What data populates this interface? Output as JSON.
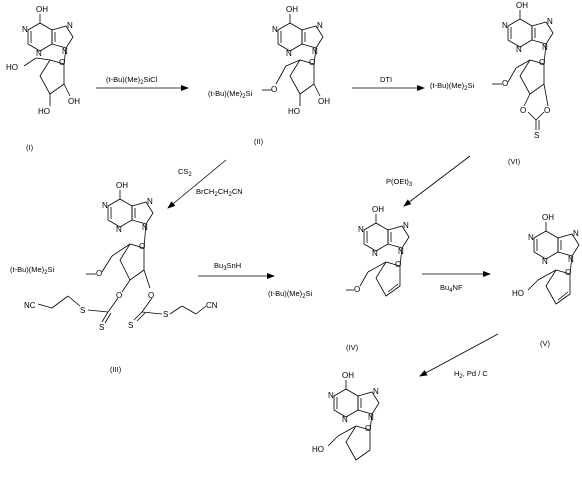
{
  "compounds": {
    "I": {
      "label": "(I)",
      "oh": "OH",
      "n_a": "N",
      "n_b": "N",
      "n_c": "N",
      "n_d": "N",
      "ring_o": "O",
      "ho_5": "HO",
      "ho_3": "HO",
      "oh_2": "OH"
    },
    "II": {
      "label": "(II)",
      "oh": "OH",
      "n_a": "N",
      "n_b": "N",
      "n_c": "N",
      "n_d": "N",
      "ring_o": "O",
      "silyl_prefix": "(t-Bu)(Me)",
      "silyl_sub": "2",
      "silyl_suffix": "Si",
      "link_o": "O",
      "ho_3": "HO",
      "oh_2": "OH"
    },
    "VI": {
      "label": "(VI)",
      "oh": "OH",
      "n_a": "N",
      "n_b": "N",
      "n_c": "N",
      "n_d": "N",
      "ring_o": "O",
      "silyl_prefix": "(t-Bu)(Me)",
      "silyl_sub": "2",
      "silyl_suffix": "Si",
      "link_o": "O",
      "o_3": "O",
      "o_2": "O",
      "thione_s": "S"
    },
    "III": {
      "label": "(III)",
      "oh": "OH",
      "n_a": "N",
      "n_b": "N",
      "n_c": "N",
      "n_d": "N",
      "ring_o": "O",
      "silyl_prefix": "(t-Bu)(Me)",
      "silyl_sub": "2",
      "silyl_suffix": "Si",
      "link_o": "O",
      "o_3": "O",
      "o_2": "O",
      "nc_left": "NC",
      "s_left": "S",
      "s_left_thio": "S",
      "nc_right": "CN",
      "s_right": "S",
      "s_right_thio": "S"
    },
    "IV": {
      "label": "(IV)",
      "oh": "OH",
      "n_a": "N",
      "n_b": "N",
      "n_c": "N",
      "n_d": "N",
      "ring_o": "O",
      "silyl_prefix": "(t-Bu)(Me)",
      "silyl_sub": "2",
      "silyl_suffix": "Si",
      "link_o": "O"
    },
    "V": {
      "label": "(V)",
      "oh": "OH",
      "n_a": "N",
      "n_b": "N",
      "n_c": "N",
      "n_d": "N",
      "ring_o": "O",
      "ho_5": "HO"
    },
    "final": {
      "oh": "OH",
      "n_a": "N",
      "n_b": "N",
      "n_c": "N",
      "n_d": "N",
      "ring_o": "O",
      "ho_5": "HO"
    }
  },
  "reagents": {
    "silylation": {
      "prefix": "(t-Bu)(Me)",
      "sub": "2",
      "suffix": "SiCl"
    },
    "dti": {
      "text": "DTI"
    },
    "cs2": {
      "main": "CS",
      "sub": "2"
    },
    "alkylation": {
      "text": "BrCH",
      "sub1": "2",
      "mid": "CH",
      "sub2": "2",
      "end": "CN"
    },
    "triethylphosphite": {
      "main": "P(OEt)",
      "sub": "3"
    },
    "tin_hydride": {
      "main": "Bu",
      "sub": "3",
      "end": "SnH"
    },
    "fluoride": {
      "main": "Bu",
      "sub": "4",
      "end": "NF"
    },
    "hydrogenation": {
      "main": "H",
      "sub": "2",
      "end": ", Pd / C"
    }
  }
}
